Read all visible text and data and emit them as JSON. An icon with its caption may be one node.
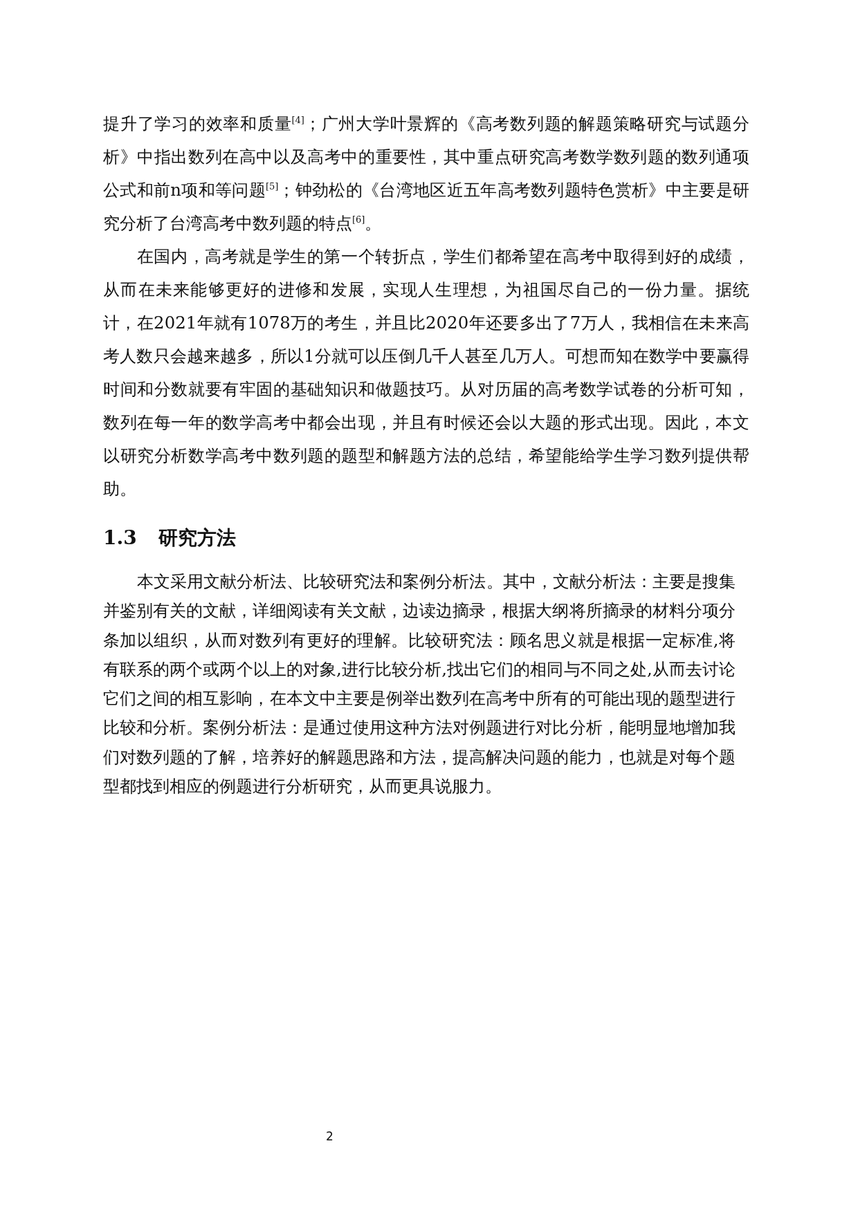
{
  "diagram": {
    "labels": [
      "提升了学习的效率和质量$^{[4]}$；广州大学叶景辉的《高考数列题的解题策略研究与试题分析》中指出数列在高中以及高考中的重要性，其中重点研究高考数学数列题的数列通项公式和前n项和等问题$^{[5]}$；钟劲松的《台湾地区近五年高考数列题特色赏析》中主要是研究分析了台湾高考中数列题的特点$^{[6]}$。",
      "在国内，高考就是学生的第一个转折点，学生们都希望在高考中取得到好的成绩，从而在未来能够更好的进修和发展，实现人生理想，为祖国尽自己的一份力量。据统计，在2021年就有1078万的考生，并且比2020年还要多出了7万人，我相信在未来高考人数只会越来越多，所以1分就可以压倒几千人甚至几万人。可想而知在数学中要赢得时间和分数就要有牢固的基础知识和做题技巧。从对历届的高考数学试卷的分析可知，数列在每一年的数学高考中都会出现，并且有时候还会以大题的形式出现。因此，本文以研究分析数学高考中数列题的题型和解题方法的总结，希望能给学生学习数列提供帮助。",
      "1.3 研究方法",
      "本文采用文献分析法、比较研究法和案例分析法。其中，文献分析法：主要是搜集并鉴别有关的文献，详细阅读有关文献，边读边摘录，根据大纲将所摘录的材料分项分条加以组织，从而对数列有更好的理解。比较研究法：顾名思义就是根据一定标准,将有联系的两个或两个以上的对象,进行比较分析,找出它们的相同与不同之处,从而去讨论它们之间的相互影响，在本文中主要是例举出数列在高考中所有的可能出现的题型进行比较和分析。案例分析法：是通过使用这种方法对例题进行对比分析，能明显地增加我们对数列题的了解，培养好的解题思路和方法，提高解决问题的能力，也就是对每个题型都找到相应的例题进行分析研究，从而更具说服力。",
      "2"
    ]
  }
}
